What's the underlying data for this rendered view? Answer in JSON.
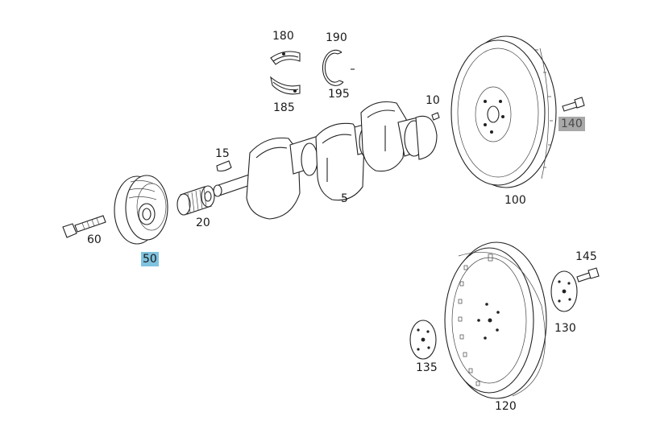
{
  "diagram": {
    "callouts": [
      {
        "id": "180",
        "label": "180"
      },
      {
        "id": "190",
        "label": "190"
      },
      {
        "id": "185",
        "label": "185"
      },
      {
        "id": "195",
        "label": "195"
      },
      {
        "id": "10",
        "label": "10"
      },
      {
        "id": "140",
        "label": "140",
        "highlight": "grey"
      },
      {
        "id": "15",
        "label": "15"
      },
      {
        "id": "5",
        "label": "5"
      },
      {
        "id": "100",
        "label": "100"
      },
      {
        "id": "20",
        "label": "20"
      },
      {
        "id": "60",
        "label": "60"
      },
      {
        "id": "50",
        "label": "50",
        "highlight": "blue"
      },
      {
        "id": "145",
        "label": "145"
      },
      {
        "id": "130",
        "label": "130"
      },
      {
        "id": "135",
        "label": "135"
      },
      {
        "id": "120",
        "label": "120"
      }
    ],
    "colors": {
      "highlight_blue": "#7fc3df",
      "highlight_grey": "#a8a8a8",
      "line": "#222222"
    }
  }
}
